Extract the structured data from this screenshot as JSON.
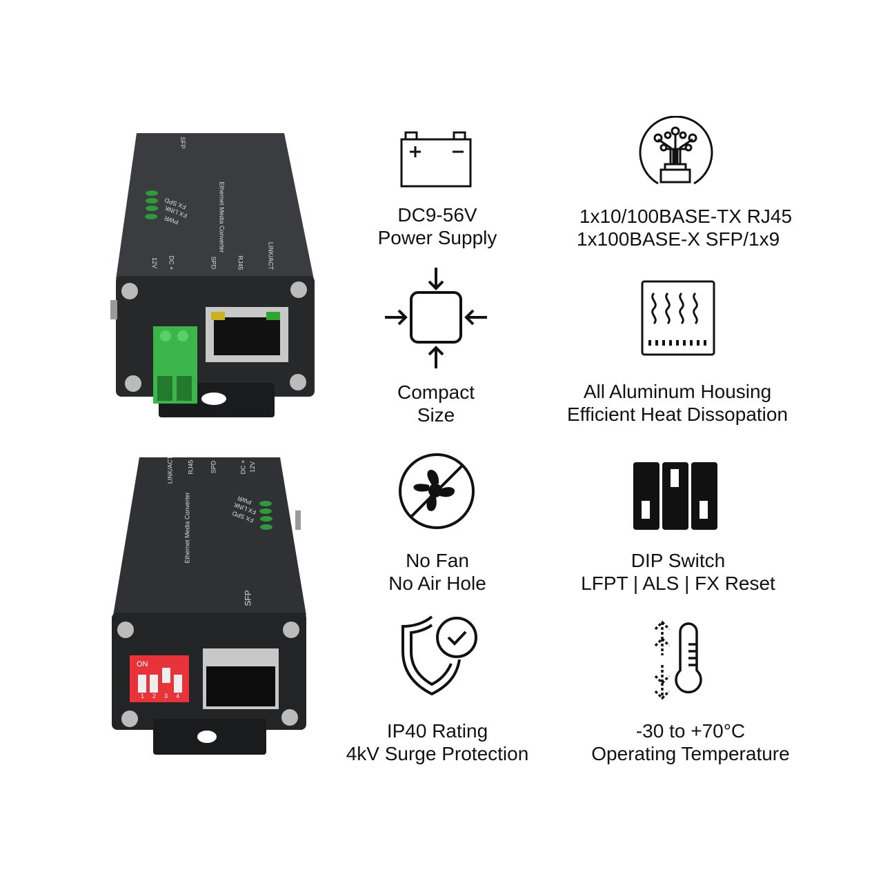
{
  "features": [
    {
      "icon": "battery-icon",
      "line1": "DC9-56V",
      "line2": "Power Supply"
    },
    {
      "icon": "fiber-optic-icon",
      "line1": "1x10/100BASE-TX RJ45",
      "line2": "1x100BASE-X SFP/1x9"
    },
    {
      "icon": "compact-size-icon",
      "line1": "Compact",
      "line2": "Size"
    },
    {
      "icon": "heat-sink-icon",
      "line1": "All Aluminum Housing",
      "line2": "Efficient Heat Dissopation"
    },
    {
      "icon": "no-fan-icon",
      "line1": "No Fan",
      "line2": "No Air Hole"
    },
    {
      "icon": "dip-switch-icon",
      "line1": "DIP Switch",
      "line2": "LFPT | ALS | FX Reset"
    },
    {
      "icon": "shield-check-icon",
      "line1": "IP40 Rating",
      "line2": "4kV Surge Protection"
    },
    {
      "icon": "thermometer-icon",
      "line1": "-30 to +70°C",
      "line2": "Operating Temperature"
    }
  ],
  "device_labels": {
    "product": "Ethernet Media Converter",
    "sfp": "SFP",
    "fx_spd": "FX SPD",
    "fx_link": "FX LINK",
    "pwr": "PWR",
    "dc": "DC +",
    "v12": "12V",
    "spd": "SPD",
    "rj45": "RJ45",
    "linkact": "LINK/ACT",
    "on": "ON",
    "dip_numbers": [
      "1",
      "2",
      "3",
      "4"
    ]
  },
  "colors": {
    "housing": "#2e3033",
    "terminal": "#3cb54a",
    "dip": "#e8333a",
    "led": "#2f9a3a"
  }
}
